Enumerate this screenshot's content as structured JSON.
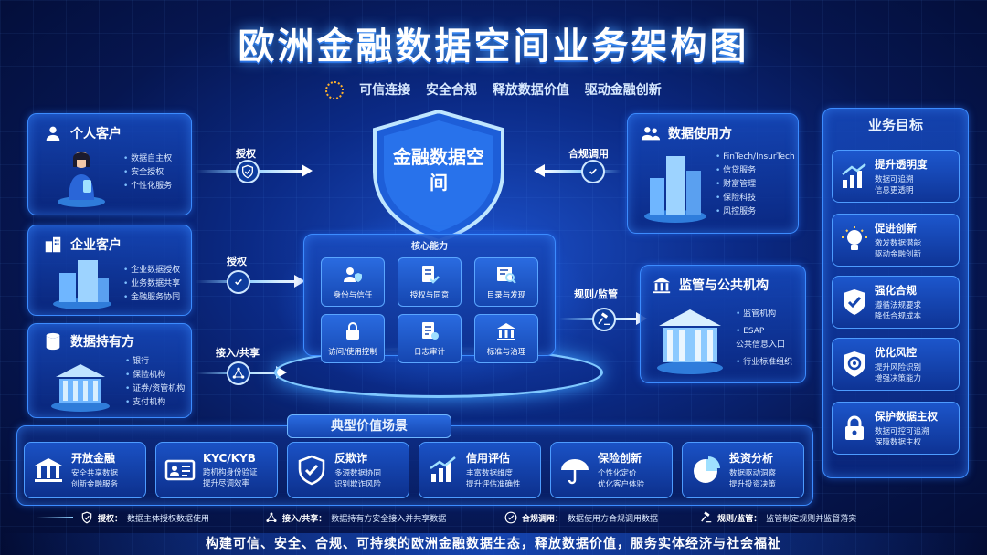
{
  "title": "欧洲金融数据空间业务架构图",
  "subtitle": [
    "可信连接",
    "安全合规",
    "释放数据价值",
    "驱动金融创新"
  ],
  "left_panels": [
    {
      "title": "个人客户",
      "items": [
        "数据自主权",
        "安全授权",
        "个性化服务"
      ],
      "icon": "person-icon"
    },
    {
      "title": "企业客户",
      "items": [
        "企业数据授权",
        "业务数据共享",
        "金融服务协同"
      ],
      "icon": "buildings-icon"
    },
    {
      "title": "数据持有方",
      "items": [
        "银行",
        "保险机构",
        "证券/资管机构",
        "支付机构"
      ],
      "icon": "database-icon"
    }
  ],
  "left_arrows": [
    "授权",
    "授权",
    "接入/共享"
  ],
  "core": {
    "shield_title": "金融数据空间",
    "caps_title": "核心能力",
    "caps": [
      "身份与信任",
      "授权与同意",
      "目录与发现",
      "访问/使用控制",
      "日志审计",
      "标准与治理"
    ]
  },
  "right_panels": [
    {
      "title": "数据使用方",
      "items": [
        "FinTech/InsurTech",
        "信贷服务",
        "财富管理",
        "保险科技",
        "风控服务"
      ],
      "icon": "users-icon"
    },
    {
      "title": "监管与公共机构",
      "items": [
        "监管机构",
        "ESAP\n公共信息入口",
        "行业标准组织"
      ],
      "icon": "institution-icon"
    }
  ],
  "right_arrows": [
    "合规调用",
    "规则/监管"
  ],
  "goals": {
    "title": "业务目标",
    "items": [
      {
        "t": "提升透明度",
        "d": [
          "数据可追溯",
          "信息更透明"
        ],
        "icon": "chart-up-icon"
      },
      {
        "t": "促进创新",
        "d": [
          "激发数据潜能",
          "驱动金融创新"
        ],
        "icon": "lightbulb-icon"
      },
      {
        "t": "强化合规",
        "d": [
          "遵循法规要求",
          "降低合规成本"
        ],
        "icon": "shield-check-icon"
      },
      {
        "t": "优化风控",
        "d": [
          "提升风险识别",
          "增强决策能力"
        ],
        "icon": "target-shield-icon"
      },
      {
        "t": "保护数据主权",
        "d": [
          "数据可控可追溯",
          "保障数据主权"
        ],
        "icon": "lock-icon"
      }
    ]
  },
  "scenarios": {
    "title": "典型价值场景",
    "items": [
      {
        "t": "开放金融",
        "d": [
          "安全共享数据",
          "创新金融服务"
        ],
        "icon": "bank-icon"
      },
      {
        "t": "KYC/KYB",
        "d": [
          "跨机构身份验证",
          "提升尽调效率"
        ],
        "icon": "id-card-icon"
      },
      {
        "t": "反欺诈",
        "d": [
          "多源数据协同",
          "识别欺诈风险"
        ],
        "icon": "shield-check-icon"
      },
      {
        "t": "信用评估",
        "d": [
          "丰富数据维度",
          "提升评估准确性"
        ],
        "icon": "bar-chart-icon"
      },
      {
        "t": "保险创新",
        "d": [
          "个性化定价",
          "优化客户体验"
        ],
        "icon": "umbrella-icon"
      },
      {
        "t": "投资分析",
        "d": [
          "数据驱动洞察",
          "提升投资决策"
        ],
        "icon": "pie-chart-icon"
      }
    ]
  },
  "legend": [
    {
      "k": "授权：",
      "v": "数据主体授权数据使用"
    },
    {
      "k": "接入/共享：",
      "v": "数据持有方安全接入并共享数据"
    },
    {
      "k": "合规调用：",
      "v": "数据使用方合规调用数据"
    },
    {
      "k": "规则/监管：",
      "v": "监管制定规则并监督落实"
    }
  ],
  "footer": "构建可信、安全、合规、可持续的欧洲金融数据生态，释放数据价值，服务实体经济与社会福祉",
  "colors": {
    "accent": "#3c8cff",
    "gold": "#ffb12b",
    "bg": "#041038"
  }
}
